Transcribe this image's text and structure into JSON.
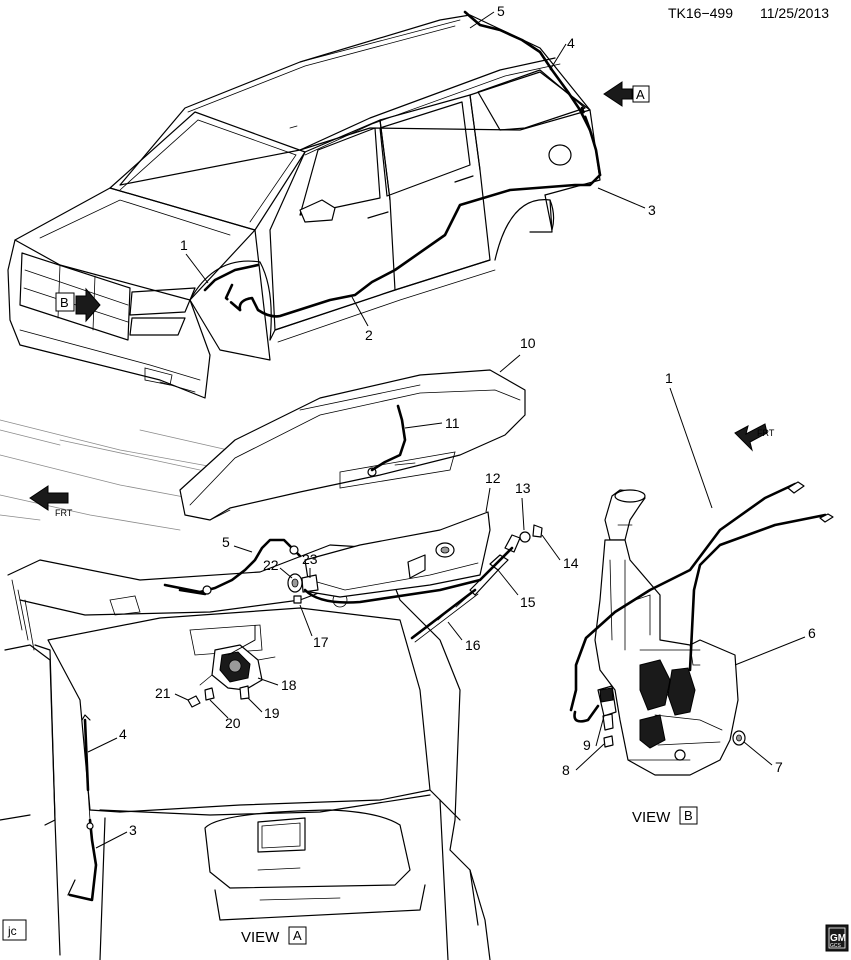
{
  "header": {
    "doc_id": "TK16−499",
    "date": "11/25/2013"
  },
  "views": {
    "a_label": "VIEW",
    "a_letter": "A",
    "b_label": "VIEW",
    "b_letter": "B"
  },
  "arrows": {
    "view_a_marker": "A",
    "view_b_marker": "B",
    "frt_label": "FRT"
  },
  "footer": {
    "initials": "jc",
    "brand_top": "GM",
    "brand_bottom": "GCS"
  },
  "callouts": {
    "c1_top": "1",
    "c2": "2",
    "c3_top": "3",
    "c4_top": "4",
    "c5_top": "5",
    "c10": "10",
    "c11": "11",
    "c12": "12",
    "c13": "13",
    "c14": "14",
    "c15": "15",
    "c16": "16",
    "c17": "17",
    "c18": "18",
    "c19": "19",
    "c20": "20",
    "c21": "21",
    "c22": "22",
    "c23": "23",
    "c5_a": "5",
    "c4_a": "4",
    "c3_a": "3",
    "c1_b": "1",
    "c6": "6",
    "c7": "7",
    "c8": "8",
    "c9": "9"
  }
}
